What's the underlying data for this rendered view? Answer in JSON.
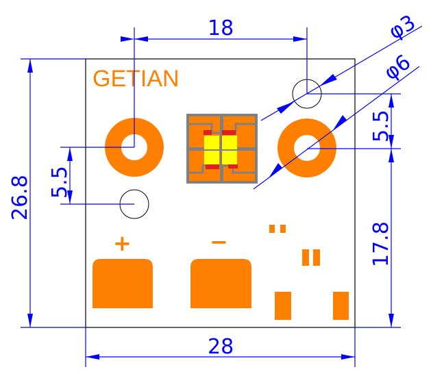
{
  "brand": "GETIAN",
  "colors": {
    "copper": "#ff8000",
    "dimension": "#0000ff",
    "led": "#ffff00",
    "substrate": "#808080"
  },
  "dimensions": {
    "hole_spacing": "18",
    "board_height": "26.8",
    "left_offset": "5.5",
    "right_offset": "5.5",
    "pad_height": "17.8",
    "board_width": "28",
    "small_hole_dia": "φ3",
    "mount_hole_dia": "φ6"
  },
  "polarity": {
    "plus": "+",
    "minus": "−"
  }
}
